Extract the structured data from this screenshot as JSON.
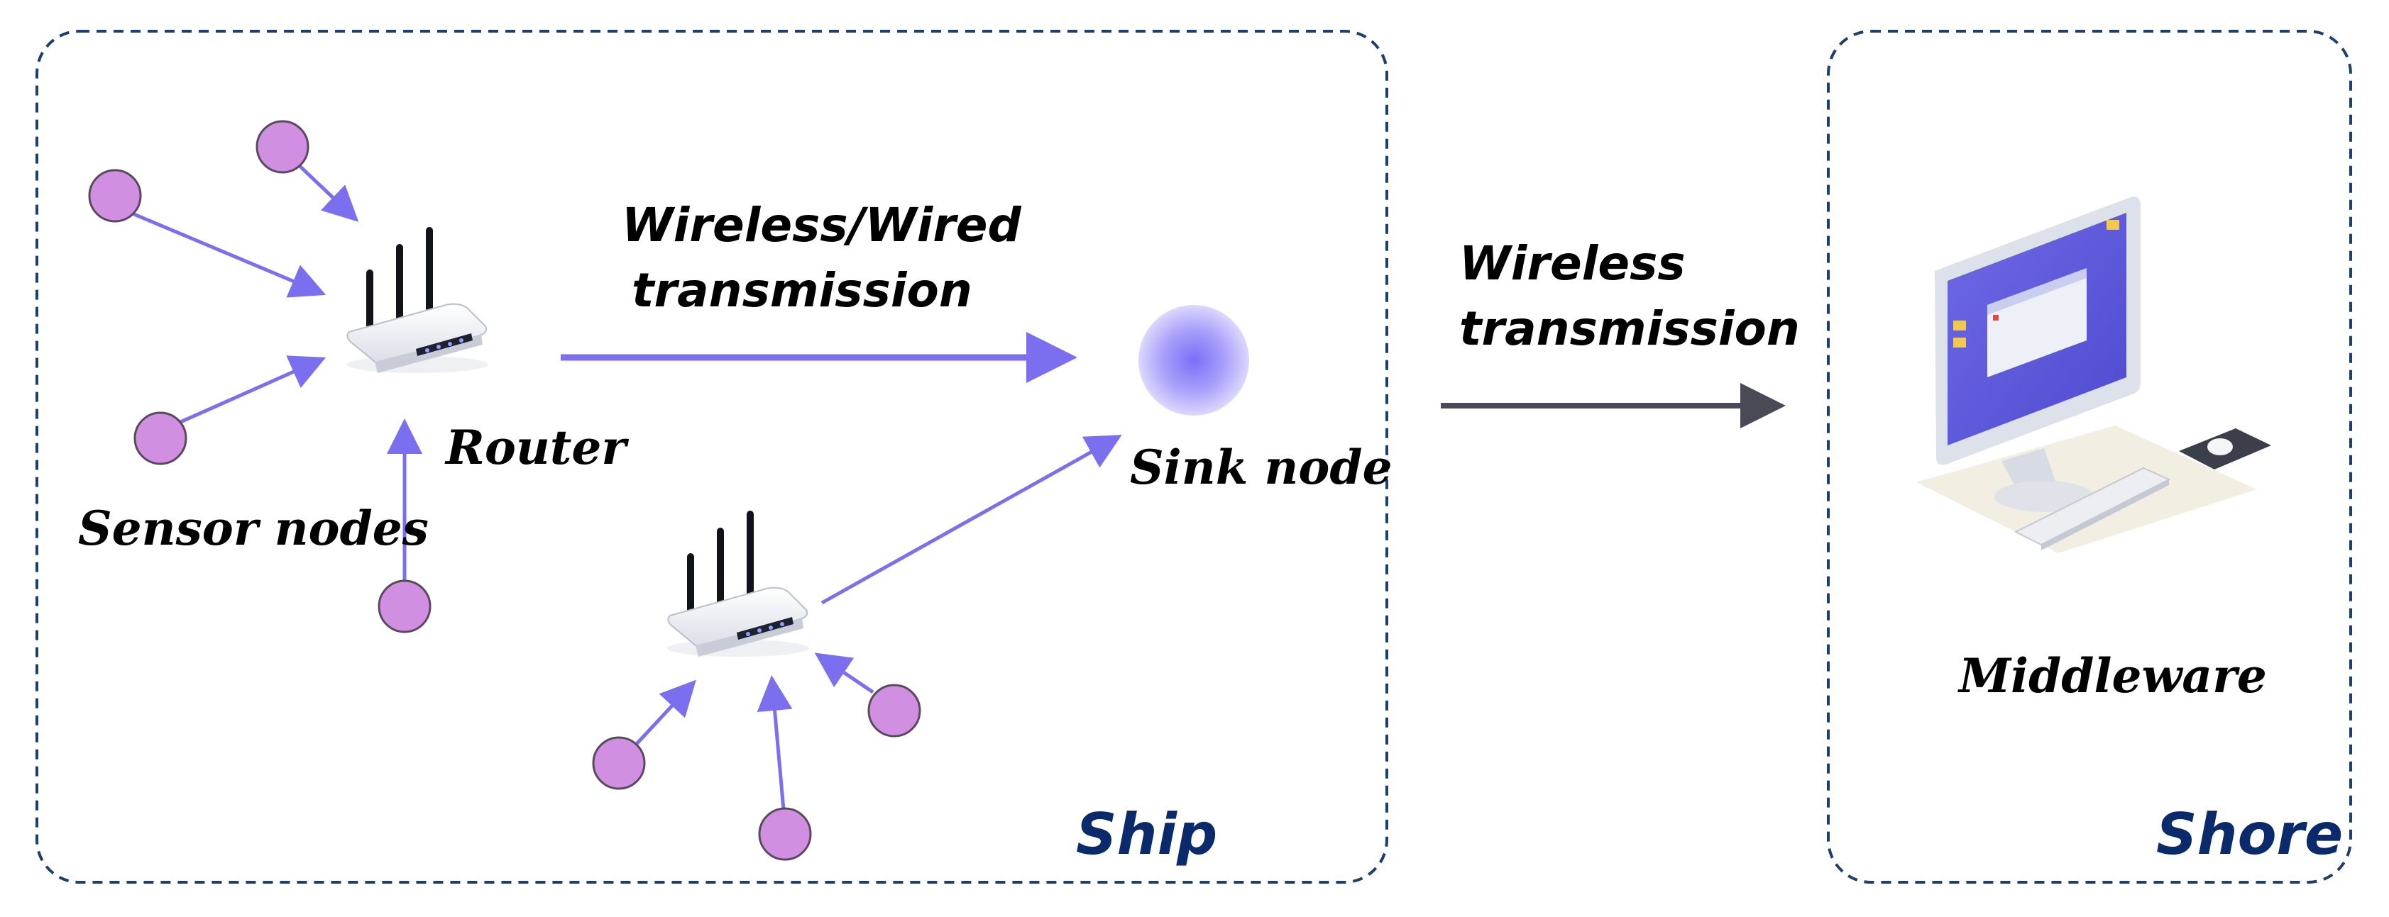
{
  "regions": {
    "ship": "Ship",
    "shore": "Shore"
  },
  "labels": {
    "router": "Router",
    "sensor_nodes": "Sensor nodes",
    "sink_node": "Sink node",
    "middleware": "Middleware",
    "wireless_wired_line1": "Wireless/Wired",
    "wireless_wired_line2": "transmission",
    "wireless_line1": "Wireless",
    "wireless_line2": "transmission"
  },
  "colors": {
    "sensor_node_fill": "#d08fe0",
    "sensor_node_stroke": "#5a4a5e",
    "arrow_purple": "#7b6ff0",
    "arrow_dark": "#4a4a56",
    "region_border": "#1c3f6e",
    "region_label": "#0b2a6b",
    "sink_glow": "#8b7ff8"
  },
  "icons": {
    "router": "wifi-router-icon",
    "sink": "sink-node-icon",
    "computer": "desktop-computer-icon"
  }
}
